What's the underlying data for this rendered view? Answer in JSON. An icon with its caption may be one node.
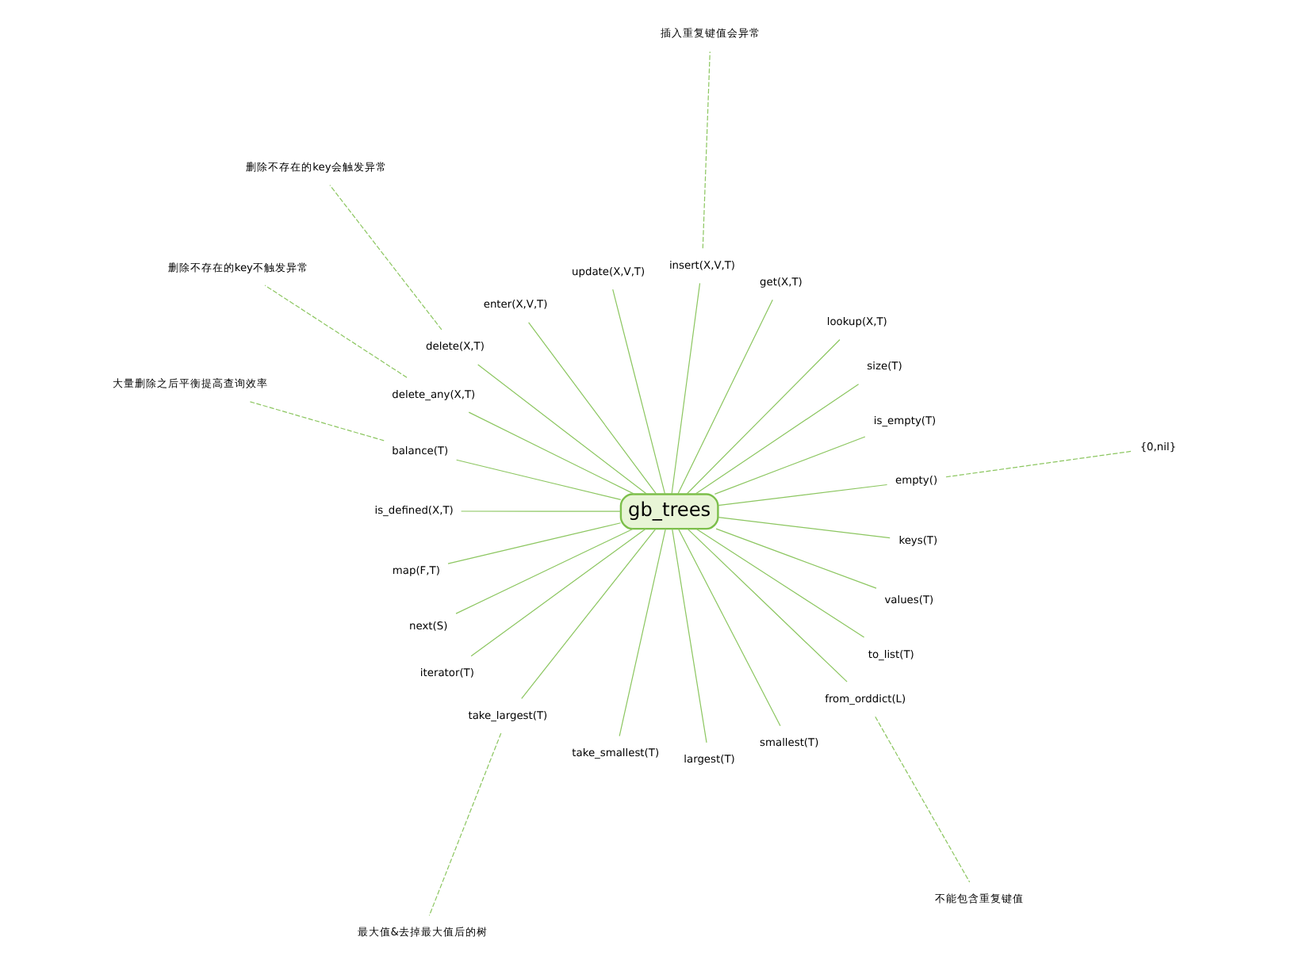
{
  "diagram": {
    "nodes": [
      {
        "text": [
          "gb_trees"
        ]
      },
      {
        "text": [
          "empty()"
        ]
      },
      {
        "text": [
          "{0,nil}"
        ]
      },
      {
        "text": [
          "is_empty(T)"
        ]
      },
      {
        "text": [
          "size(T)"
        ]
      },
      {
        "text": [
          "lookup(X,T)"
        ]
      },
      {
        "text": [
          "get(X,T)"
        ]
      },
      {
        "text": [
          "insert(X,V,T)"
        ]
      },
      {
        "text": [
          "插入重复键值会异常"
        ]
      },
      {
        "text": [
          "update(X,V,T)"
        ]
      },
      {
        "text": [
          "enter(X,V,T)"
        ]
      },
      {
        "text": [
          "delete(X,T)"
        ]
      },
      {
        "text": [
          "删除不存在的key会触发异常"
        ]
      },
      {
        "text": [
          "delete_any(X,T)"
        ]
      },
      {
        "text": [
          "删除不存在的key不触发异常"
        ]
      },
      {
        "text": [
          "balance(T)"
        ]
      },
      {
        "text": [
          "大量删除之后平衡提高查询效率"
        ]
      },
      {
        "text": [
          "is_defined(X,T)"
        ]
      },
      {
        "text": [
          "map(F,T)"
        ]
      },
      {
        "text": [
          "next(S)"
        ]
      },
      {
        "text": [
          "iterator(T)"
        ]
      },
      {
        "text": [
          "take_largest(T)"
        ]
      },
      {
        "text": [
          "最大值&去掉最大值后的树"
        ]
      },
      {
        "text": [
          "take_smallest(T)"
        ]
      },
      {
        "text": [
          "largest(T)"
        ]
      },
      {
        "text": [
          "smallest(T)"
        ]
      },
      {
        "text": [
          "from_orddict(L)"
        ]
      },
      {
        "text": [
          "不能包含重复键值"
        ]
      },
      {
        "text": [
          "to_list(T)"
        ]
      },
      {
        "text": [
          "values(T)"
        ]
      },
      {
        "text": [
          "keys(T)"
        ]
      }
    ],
    "edges": [
      {
        "from": 0,
        "to": 1,
        "arrow": "none"
      },
      {
        "from": 1,
        "to": 2,
        "arrow": "none",
        "style": "dashed"
      },
      {
        "from": 0,
        "to": 3,
        "arrow": "none"
      },
      {
        "from": 0,
        "to": 4,
        "arrow": "none"
      },
      {
        "from": 0,
        "to": 5,
        "arrow": "none"
      },
      {
        "from": 0,
        "to": 6,
        "arrow": "none"
      },
      {
        "from": 0,
        "to": 7,
        "arrow": "none"
      },
      {
        "from": 7,
        "to": 8,
        "arrow": "none",
        "style": "dashed"
      },
      {
        "from": 0,
        "to": 9,
        "arrow": "none"
      },
      {
        "from": 0,
        "to": 10,
        "arrow": "none"
      },
      {
        "from": 0,
        "to": 11,
        "arrow": "none"
      },
      {
        "from": 11,
        "to": 12,
        "arrow": "none",
        "style": "dashed"
      },
      {
        "from": 0,
        "to": 13,
        "arrow": "none"
      },
      {
        "from": 13,
        "to": 14,
        "arrow": "none",
        "style": "dashed"
      },
      {
        "from": 0,
        "to": 15,
        "arrow": "none"
      },
      {
        "from": 15,
        "to": 16,
        "arrow": "none",
        "style": "dashed"
      },
      {
        "from": 0,
        "to": 17,
        "arrow": "none"
      },
      {
        "from": 0,
        "to": 18,
        "arrow": "none"
      },
      {
        "from": 0,
        "to": 19,
        "arrow": "none"
      },
      {
        "from": 0,
        "to": 20,
        "arrow": "none"
      },
      {
        "from": 0,
        "to": 21,
        "arrow": "none"
      },
      {
        "from": 21,
        "to": 22,
        "arrow": "none",
        "style": "dashed"
      },
      {
        "from": 0,
        "to": 23,
        "arrow": "none"
      },
      {
        "from": 0,
        "to": 24,
        "arrow": "none"
      },
      {
        "from": 0,
        "to": 25,
        "arrow": "none"
      },
      {
        "from": 0,
        "to": 26,
        "arrow": "none"
      },
      {
        "from": 26,
        "to": 27,
        "arrow": "none",
        "style": "dashed"
      },
      {
        "from": 0,
        "to": 28,
        "arrow": "none"
      },
      {
        "from": 0,
        "to": 29,
        "arrow": "none"
      },
      {
        "from": 0,
        "to": 30,
        "arrow": "none"
      }
    ]
  }
}
